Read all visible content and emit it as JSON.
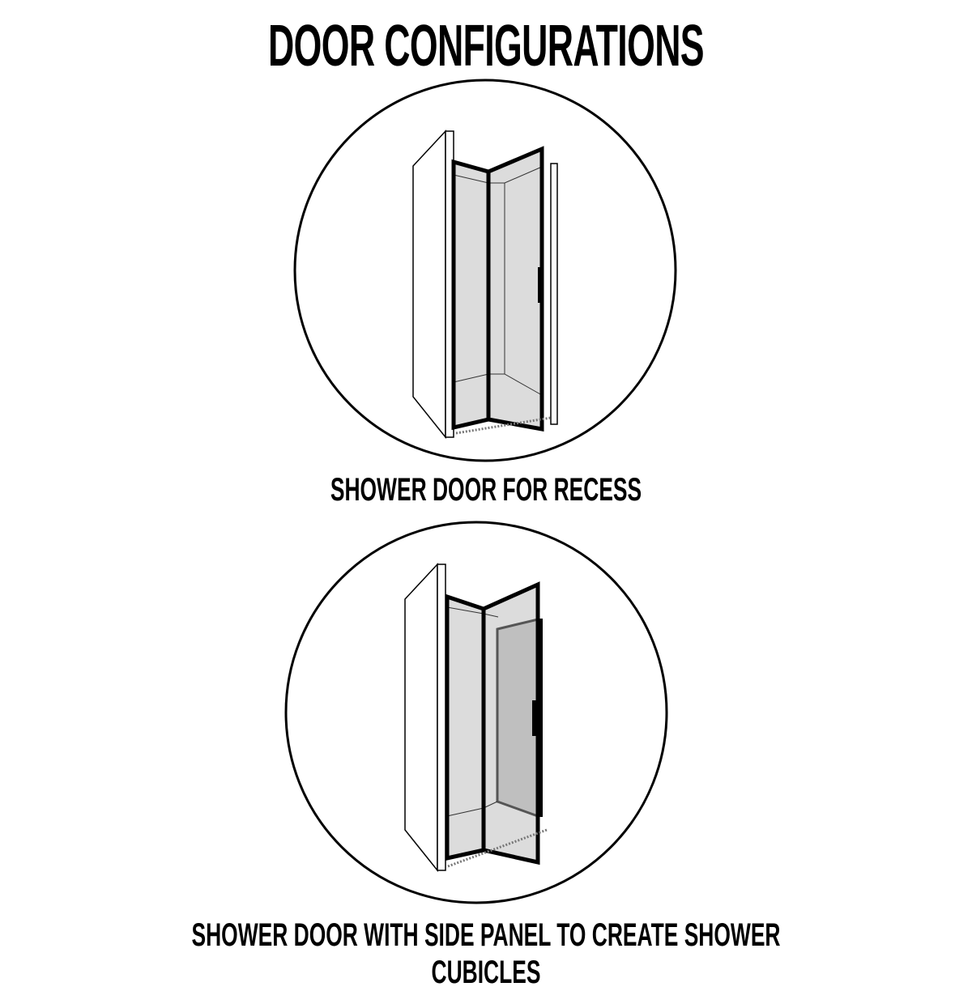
{
  "title": "DOOR CONFIGURATIONS",
  "configurations": [
    {
      "caption": "SHOWER DOOR FOR RECESS",
      "illustration": "recess-shower-door-icon"
    },
    {
      "caption": "SHOWER DOOR WITH SIDE PANEL TO CREATE SHOWER CUBICLES",
      "illustration": "side-panel-shower-cubicle-icon"
    }
  ],
  "colors": {
    "line": "#000000",
    "glass": "#dcdcdc",
    "background": "#ffffff"
  }
}
